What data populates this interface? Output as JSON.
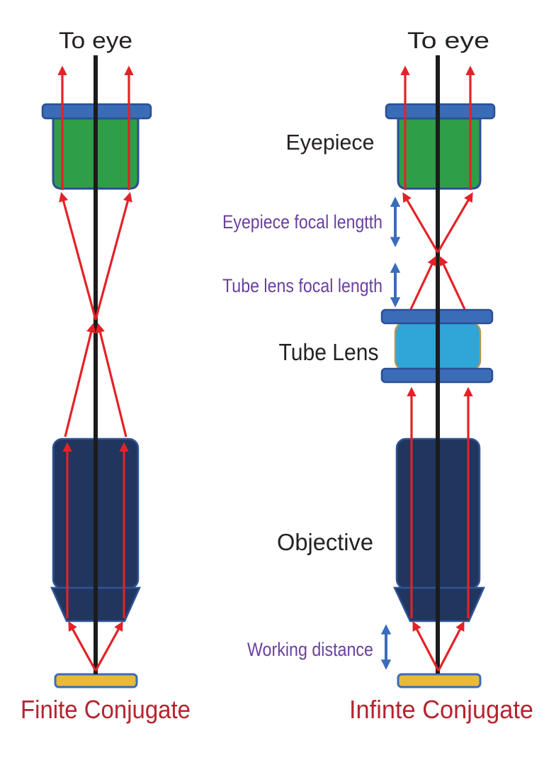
{
  "colors": {
    "axis_black": "#1c1c1c",
    "ray_red": "#e32227",
    "measure_blue": "#3a6cb8",
    "component_blue": "#3a6cb8",
    "component_blue_stroke": "#2b4f94",
    "eyepiece_green": "#2f9e48",
    "tube_lens_cyan": "#2fa5d8",
    "tube_lens_stroke": "#b3974e",
    "objective_navy": "#20365e",
    "objective_stroke": "#2f5496",
    "slide_yellow": "#e9b93d",
    "label_purple": "#6b3fa0",
    "label_black": "#262121",
    "caption_crimson": "#b5242f"
  },
  "left_diagram": {
    "to_eye_label": "To eye",
    "caption": "Finite Conjugate"
  },
  "right_diagram": {
    "to_eye_label": "To eye",
    "eyepiece_label": "Eyepiece",
    "eyepiece_focal_label": "Eyepiece focal lengtth",
    "tube_focal_label": "Tube lens focal length",
    "tube_lens_label": "Tube Lens",
    "objective_label": "Objective",
    "working_distance_label": "Working distance",
    "caption": "Infinte Conjugate"
  }
}
